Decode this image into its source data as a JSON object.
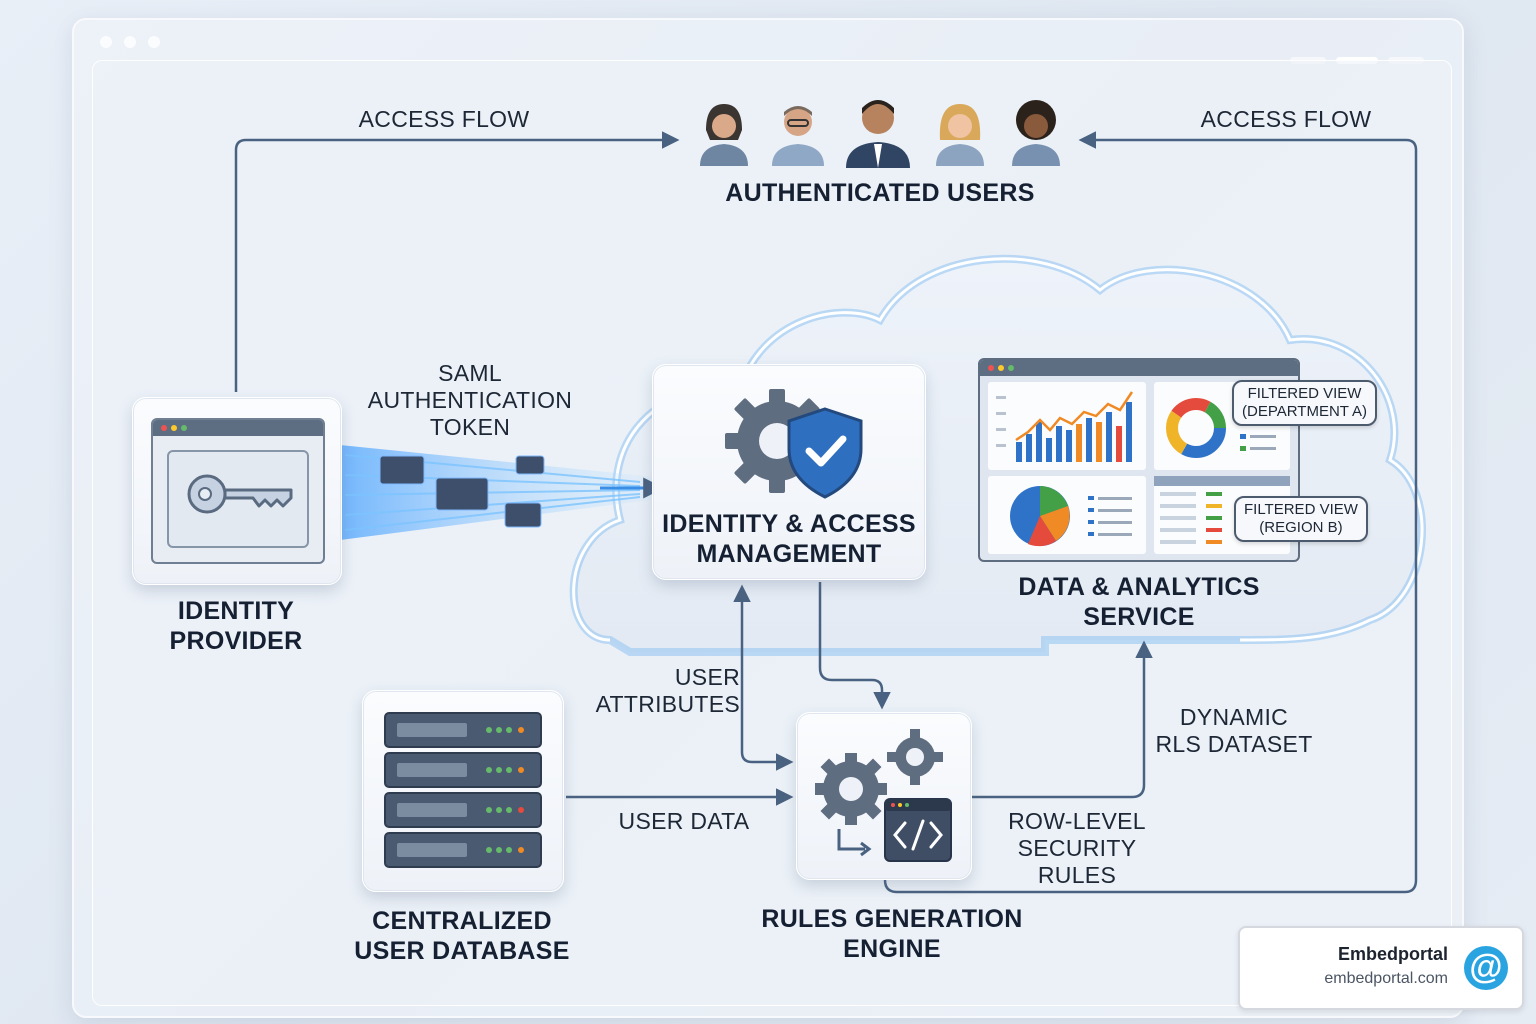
{
  "labels": {
    "access_flow_left": "ACCESS FLOW",
    "access_flow_right": "ACCESS FLOW",
    "authenticated_users": "AUTHENTICATED USERS",
    "saml_token": [
      "SAML",
      "AUTHENTICATION",
      "TOKEN"
    ],
    "identity_provider": [
      "IDENTITY",
      "PROVIDER"
    ],
    "iam": [
      "IDENTITY & ACCESS",
      "MANAGEMENT"
    ],
    "data_analytics": [
      "DATA & ANALYTICS",
      "SERVICE"
    ],
    "user_attributes": [
      "USER",
      "ATTRIBUTES"
    ],
    "user_data": "USER DATA",
    "dynamic_rls": [
      "DYNAMIC",
      "RLS DATASET"
    ],
    "row_level_rules": [
      "ROW-LEVEL",
      "SECURITY RULES"
    ],
    "centralized_db": [
      "CENTRALIZED",
      "USER DATABASE"
    ],
    "rules_engine": [
      "RULES GENERATION",
      "ENGINE"
    ]
  },
  "callouts": {
    "filtered_a": [
      "FILTERED VIEW",
      "(DEPARTMENT A)"
    ],
    "filtered_b": [
      "FILTERED VIEW",
      "(REGION B)"
    ]
  },
  "brand": {
    "name": "Embedportal",
    "url": "embedportal.com"
  },
  "colors": {
    "arrow": "#4a6281",
    "accent_blue": "#2f7fd6",
    "bar_orange": "#f08a24",
    "bar_red": "#e44b3c"
  },
  "icons": [
    "key-icon",
    "gear-shield-icon",
    "gears-code-icon",
    "server-icon",
    "user-avatar-icon"
  ]
}
